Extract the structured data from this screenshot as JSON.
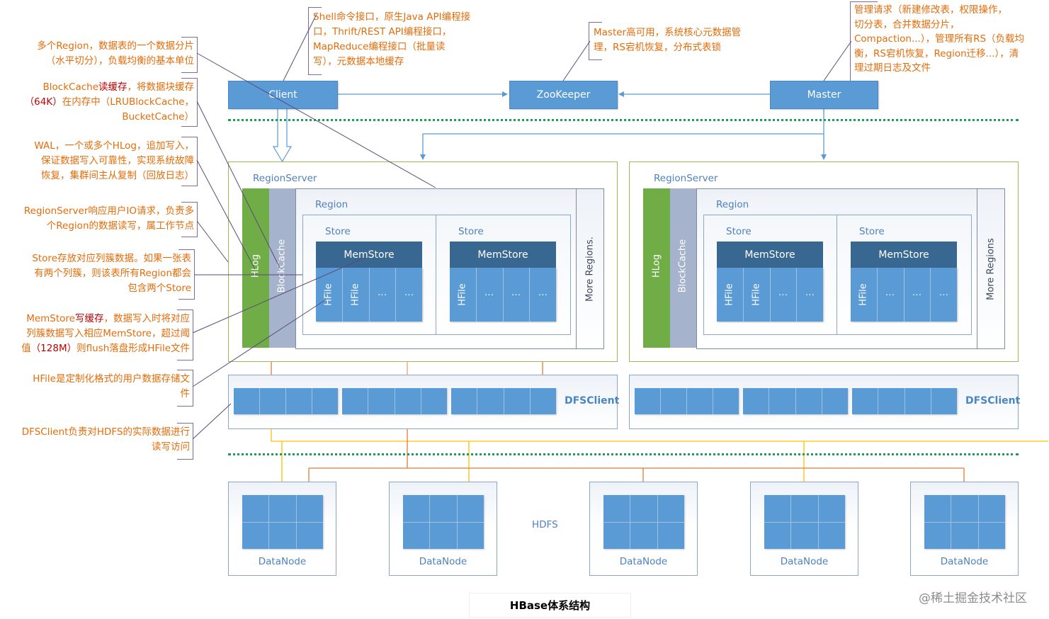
{
  "title": "HBase体系结构",
  "watermark": "@稀土掘金技术社区",
  "top_nodes": {
    "client": "Client",
    "zookeeper": "ZooKeeper",
    "master": "Master"
  },
  "top_notes": {
    "client": [
      "Shell命令接口，原生Java API编程接",
      "口，Thrift/REST API编程接口，",
      "MapReduce编程接口（批量读",
      "写），元数据本地缓存"
    ],
    "zookeeper": [
      "Master高可用，系统核心元数据管",
      "理，RS宕机恢复，分布式表锁"
    ],
    "master": [
      "管理请求（新建修改表，权限操作，",
      "切分表，合并数据分片，",
      "Compaction...），管理所有RS（负载均",
      "衡，RS宕机恢复，Region迁移...），清",
      "理过期日志及文件"
    ]
  },
  "left_notes": [
    {
      "name": "region-note",
      "lines": [
        [
          {
            "t": "多个Region，数据表的一个数据分片"
          }
        ],
        [
          {
            "t": "（水平切分），负载均衡的基本单位"
          }
        ]
      ]
    },
    {
      "name": "blockcache-note",
      "lines": [
        [
          {
            "t": "BlockCache"
          },
          {
            "t": "读缓存",
            "red": true
          },
          {
            "t": "，将数据块缓存"
          }
        ],
        [
          {
            "t": "（64K）",
            "red": true
          },
          {
            "t": "在内存中（LRUBlockCache，"
          }
        ],
        [
          {
            "t": "BucketCache）"
          }
        ]
      ]
    },
    {
      "name": "hlog-note",
      "lines": [
        [
          {
            "t": "WAL，一个或多个HLog，追加写入，"
          }
        ],
        [
          {
            "t": "保证数据写入可靠性，实现系统故障"
          }
        ],
        [
          {
            "t": "恢复，集群间主从复制（回放日志）"
          }
        ]
      ]
    },
    {
      "name": "regionserver-note",
      "lines": [
        [
          {
            "t": "RegionServer响应用户IO请求，负责多"
          }
        ],
        [
          {
            "t": "个Region的数据读写，属工作节点"
          }
        ]
      ]
    },
    {
      "name": "store-note",
      "lines": [
        [
          {
            "t": "Store存放对应列簇数据。如果一张表"
          }
        ],
        [
          {
            "t": "有两个列簇，则该表所有Region都会"
          }
        ],
        [
          {
            "t": "包含两个Store"
          }
        ]
      ]
    },
    {
      "name": "memstore-note",
      "lines": [
        [
          {
            "t": "MemStore"
          },
          {
            "t": "写缓存",
            "red": true
          },
          {
            "t": "，数据写入时将对应"
          }
        ],
        [
          {
            "t": "列簇数据写入相应MemStore，超过阈"
          }
        ],
        [
          {
            "t": "值"
          },
          {
            "t": "（128M）",
            "red": true
          },
          {
            "t": "则flush落盘形成HFile文件"
          }
        ]
      ]
    },
    {
      "name": "hfile-note",
      "lines": [
        [
          {
            "t": "HFile是定制化格式的用户数据存储文"
          }
        ],
        [
          {
            "t": "件"
          }
        ]
      ]
    },
    {
      "name": "dfsclient-note",
      "lines": [
        [
          {
            "t": "DFSClient负责对HDFS的实际数据进行"
          }
        ],
        [
          {
            "t": "读写访问"
          }
        ]
      ]
    }
  ],
  "region_servers": [
    {
      "label": "RegionServer",
      "hlog": "HLog",
      "blockcache": "BlockCache",
      "region_label": "Region",
      "more_regions": "More Regions.",
      "stores": [
        {
          "label": "Store",
          "memstore": "MemStore",
          "files": [
            "HFile",
            "HFile",
            "⋮",
            "⋮"
          ]
        },
        {
          "label": "Store",
          "memstore": "MemStore",
          "files": [
            "HFile",
            "⋮",
            "⋮",
            "⋮"
          ]
        }
      ],
      "dfsclient": "DFSClient"
    },
    {
      "label": "RegionServer",
      "hlog": "HLog",
      "blockcache": "BlockCache",
      "region_label": "Region",
      "more_regions": "More Regions",
      "stores": [
        {
          "label": "Store",
          "memstore": "MemStore",
          "files": [
            "HFile",
            "HFile",
            "⋮",
            "⋮"
          ]
        },
        {
          "label": "Store",
          "memstore": "MemStore",
          "files": [
            "HFile",
            "⋮",
            "⋮",
            "⋮"
          ]
        }
      ],
      "dfsclient": "DFSClient"
    }
  ],
  "hdfs": {
    "label": "HDFS",
    "datanodes": [
      "DataNode",
      "DataNode",
      "DataNode",
      "DataNode",
      "DataNode"
    ]
  },
  "colors": {
    "node_blue": "#5b9bd5",
    "memstore_blue": "#386792",
    "hlog_green": "#70ad47",
    "blockcache_gray": "#a5b4cc",
    "note_orange": "#e46c0a",
    "note_red": "#c00000",
    "layer_divider_green": "#1e9c5a",
    "flow_orange": "#e07b39",
    "flow_yellow": "#ffc000"
  }
}
